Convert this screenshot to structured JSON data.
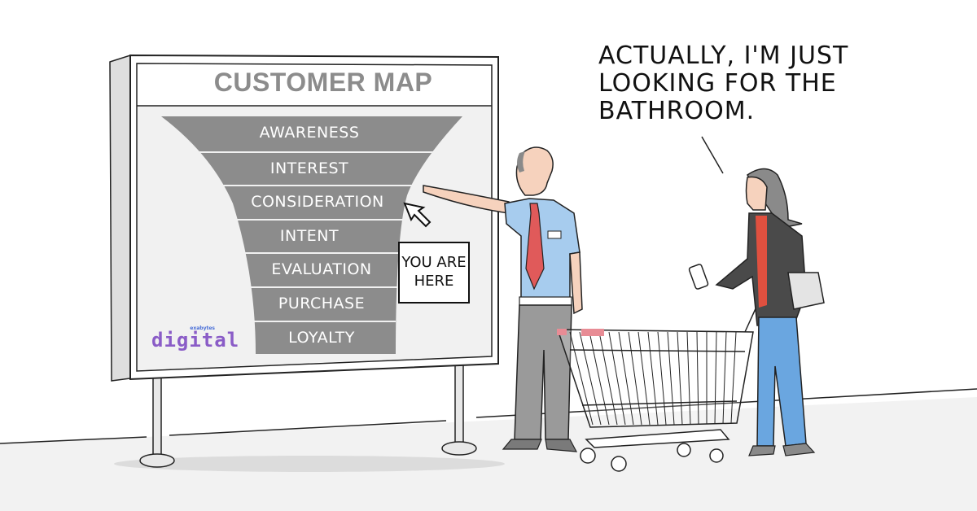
{
  "caption": {
    "lines": [
      "ACTUALLY, I'M JUST",
      "LOOKING FOR THE",
      "BATHROOM."
    ]
  },
  "board": {
    "title": "CUSTOMER MAP",
    "funnel_stages": [
      {
        "label": "AWARENESS"
      },
      {
        "label": "INTEREST"
      },
      {
        "label": "CONSIDERATION"
      },
      {
        "label": "INTENT"
      },
      {
        "label": "EVALUATION"
      },
      {
        "label": "PURCHASE"
      },
      {
        "label": "LOYALTY"
      }
    ],
    "you_are_here": {
      "line1": "YOU ARE",
      "line2": "HERE"
    },
    "logo": {
      "small": "exabytes",
      "main": "digital"
    }
  },
  "colors": {
    "funnel": "#8c8c8c",
    "board_bg": "#f1f1f1",
    "shirt": "#a7ccee",
    "tie": "#e05a5a",
    "pants": "#9a9a9a",
    "jacket": "#4a4a4a",
    "top": "#e0503f",
    "jeans": "#6aa6e0",
    "skin": "#f6d2bd",
    "logo": "#8a5cc7"
  }
}
